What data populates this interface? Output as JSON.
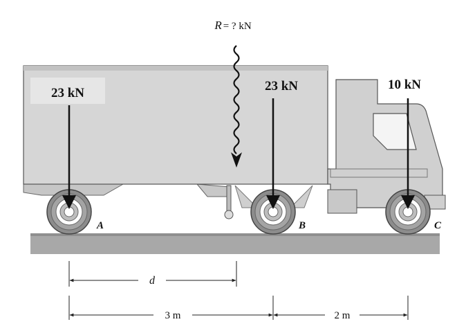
{
  "resultant": {
    "var": "R",
    "text": "= ?  kN"
  },
  "loads": [
    {
      "label": "23 kN"
    },
    {
      "label": "23 kN"
    },
    {
      "label": "10 kN"
    }
  ],
  "points": {
    "a": "A",
    "b": "B",
    "c": "C"
  },
  "dimensions": {
    "d": "d",
    "ab": "3 m",
    "bc": "2 m"
  },
  "colors": {
    "body_fill": "#d4d4d4",
    "body_stroke": "#555555",
    "ground": "#a7a7a7",
    "arrow": "#111111",
    "tire": "#8c8c8c",
    "rim": "#ffffff"
  }
}
